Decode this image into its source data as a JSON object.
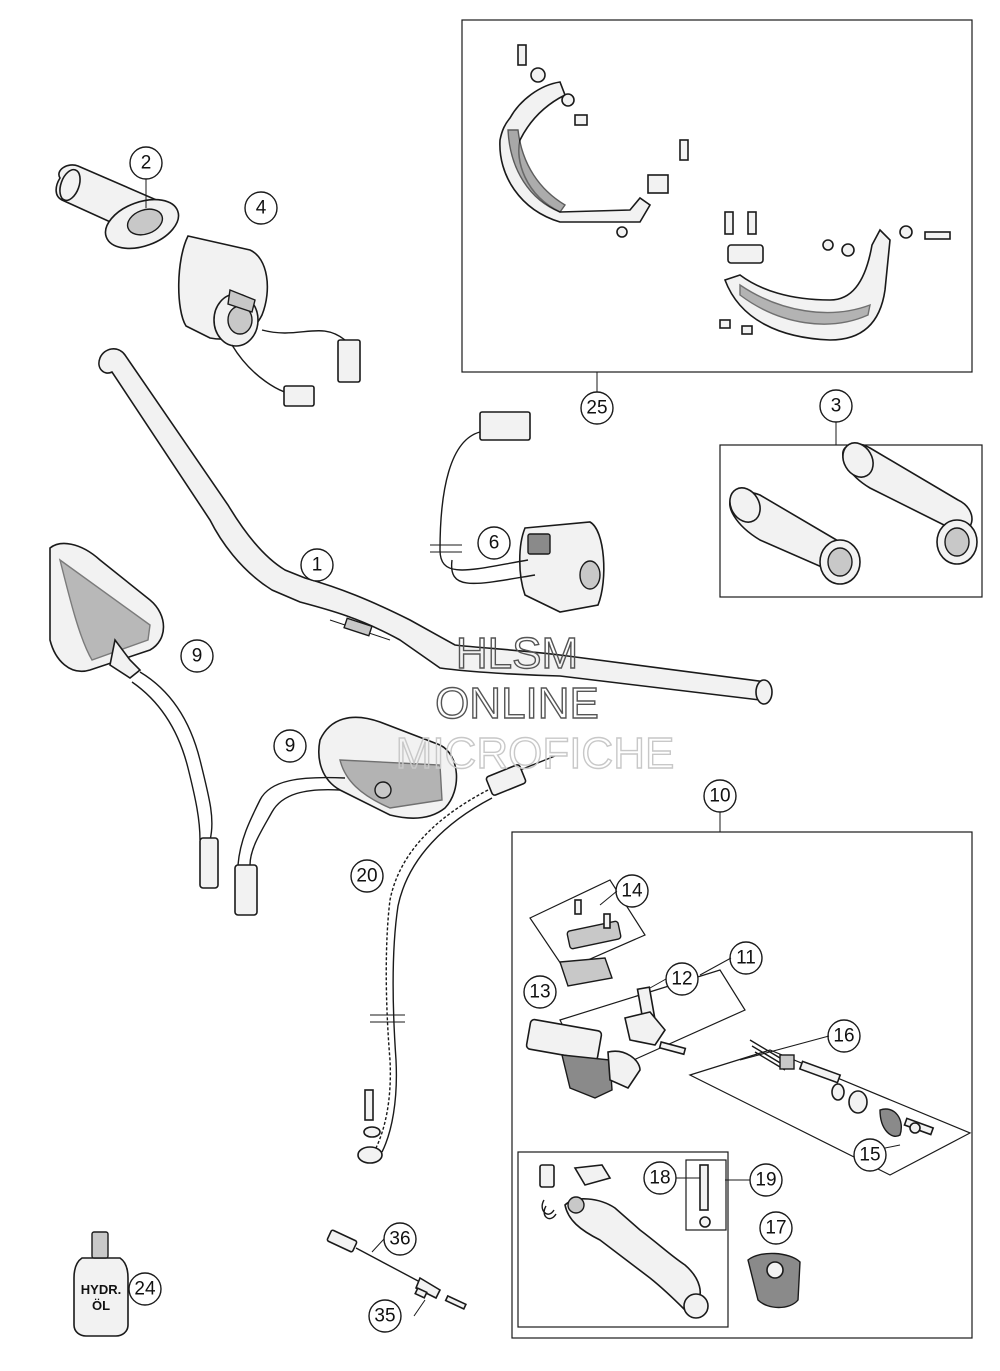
{
  "callouts": {
    "c1": "1",
    "c2": "2",
    "c3": "3",
    "c4": "4",
    "c6": "6",
    "c9a": "9",
    "c9b": "9",
    "c10": "10",
    "c11": "11",
    "c12": "12",
    "c13": "13",
    "c14": "14",
    "c15": "15",
    "c16": "16",
    "c17": "17",
    "c18": "18",
    "c19": "19",
    "c20": "20",
    "c24": "24",
    "c25": "25",
    "c35": "35",
    "c36": "36"
  },
  "watermark": {
    "line1": "HLSM",
    "line2": "ONLINE",
    "line3": "MICROFICHE"
  },
  "bottle_label": {
    "line1": "HYDR.",
    "line2": "ÖL"
  }
}
